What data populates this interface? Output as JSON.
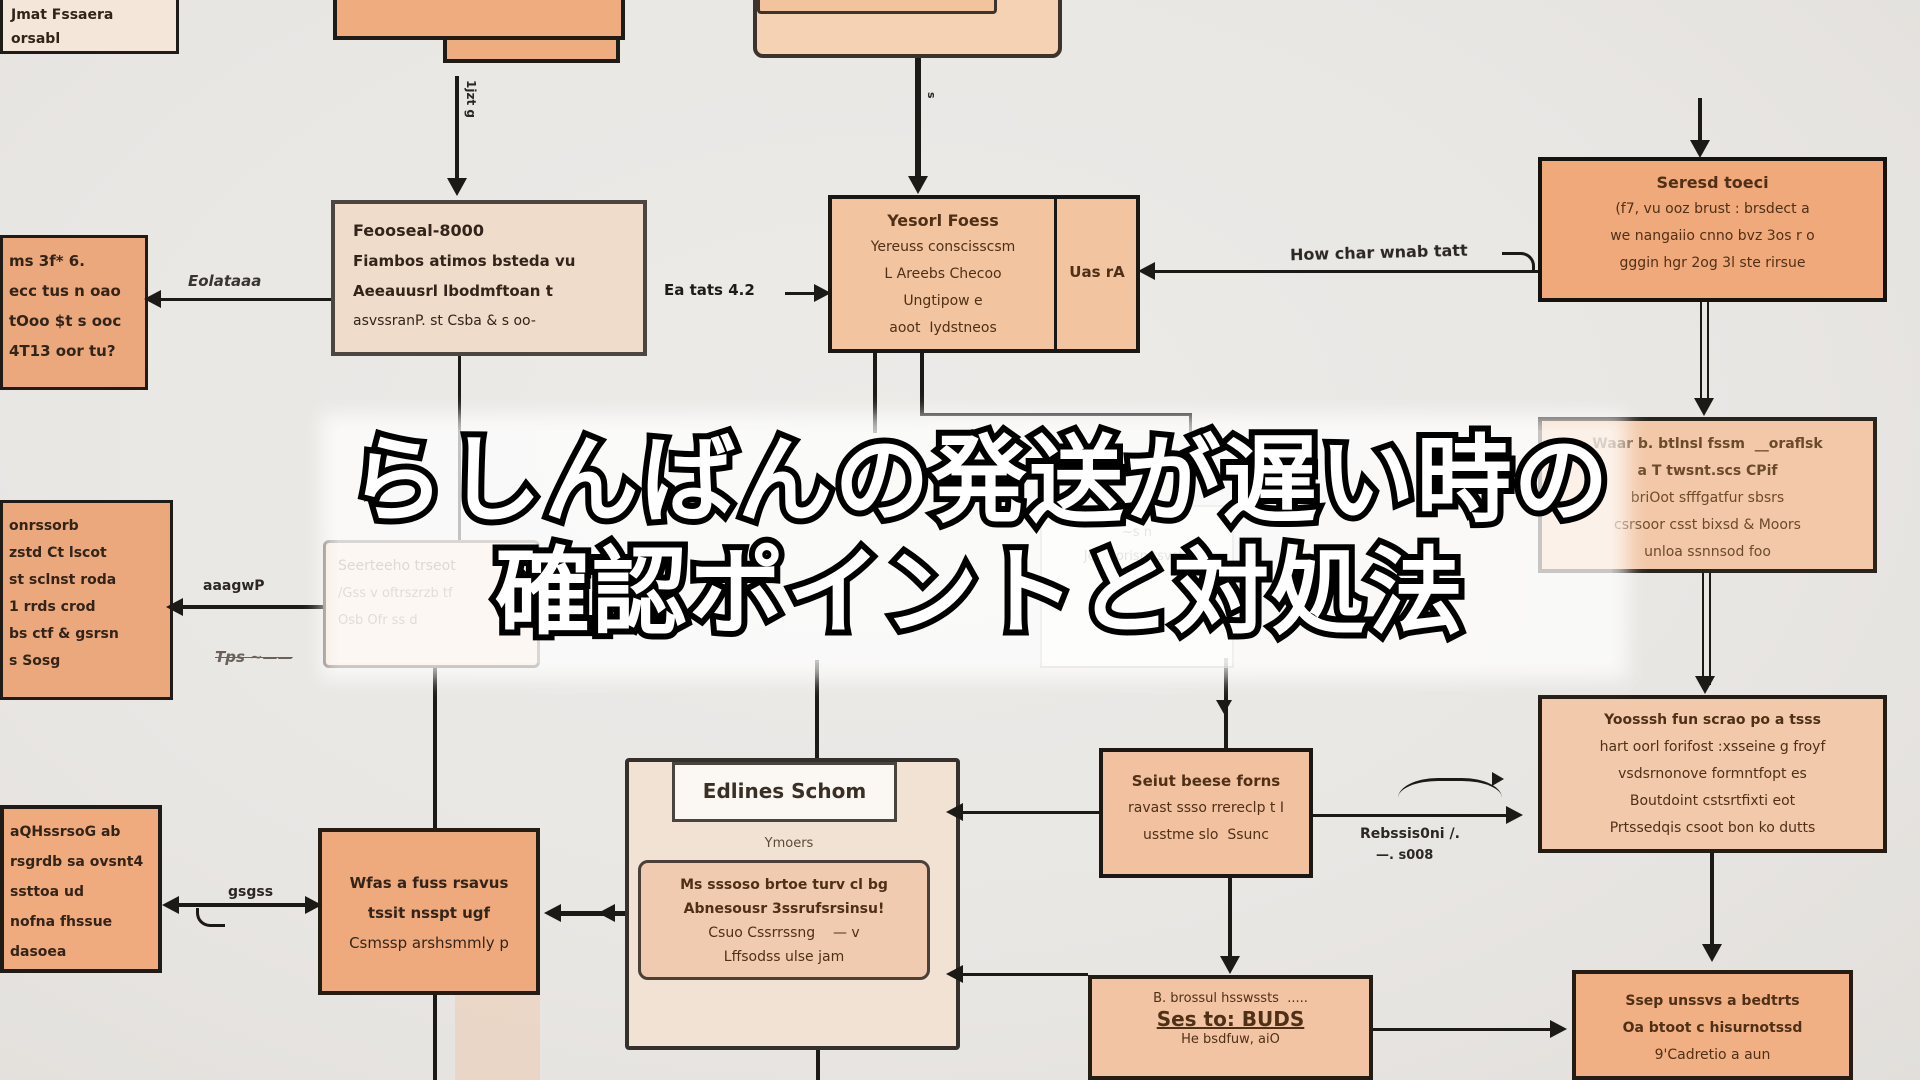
{
  "title": {
    "line1": "らしんばんの発送が遅い時の",
    "line2": "確認ポイントと対処法"
  },
  "colors": {
    "background": "#e9e7e4",
    "box_orange": "#efab7e",
    "box_peach": "#f2c4a0",
    "box_pale": "#f1e2d4",
    "outline_ink": "#1c1a17",
    "garble_text": "#4f3017",
    "title_fill": "#ffffff",
    "title_outline": "#000000"
  },
  "boxes": {
    "top_left": {
      "lines": [
        "Jmat Fssaera",
        "orsabl"
      ]
    },
    "top_a": {
      "lines": []
    },
    "top_b": {
      "lines": []
    },
    "r1": {
      "lines": [
        "Seresd toeci",
        "(f7, vu ooz brust : brsdect a",
        "we nangaiio cnno bvz 3os r o",
        "gggin hgr 2og 3l ste rirsue"
      ]
    },
    "l2": {
      "lines": [
        "ms 3f* 6.",
        "ecc tus n oao",
        "tOoo $t s ooc",
        "4T13 oor tu?"
      ]
    },
    "c": {
      "lines": [
        "Feooseal-8000",
        "Fiambos atimos bsteda vu",
        "Aeeauusrl lbodmftoan t",
        "asvssranP. st Csba & s oo-"
      ]
    },
    "d": {
      "lines": [
        "Yesorl Foess",
        "Yereuss conscisscsm",
        "L Areebs Checoo",
        "Ungtipow e",
        "aoot  Iydstneos"
      ],
      "side": "Uas rA"
    },
    "e": {
      "lines": [
        "Seerteeho trseot",
        "/Gss v oftrszrzb tf",
        "Osb Ofr ss d"
      ]
    },
    "l3": {
      "lines": [
        "onrssorb",
        "zstd Ct lscot",
        "st sclnst roda",
        "1 rrds crod",
        "bs ctf & gsrsn",
        "s Sosg"
      ]
    },
    "l4": {
      "lines": [
        "aQHssrsoG ab",
        "rsgrdb sa ovsnt4",
        "ssttoa ud",
        "nofna fhssue",
        "dasoea"
      ]
    },
    "w": {
      "lines": [
        "Wfas a fuss rsavus",
        "tssit nsspt ugf",
        "Csmssp arshsmmly p"
      ]
    },
    "f": {
      "label": "Edlines Schom",
      "sub": "Ymoers",
      "lines": [
        "Ms sssoso brtoe turv cl bg",
        "Abnesousr 3ssrufsrsinsu!",
        "Csuo Cssrrssng    — v",
        "Lffsodss ulse jam"
      ]
    },
    "g": {
      "lines": [
        "Seiut beese forns",
        "ravast ssso rrereclp t I",
        "usstme slo  Ssunc"
      ]
    },
    "h": {
      "lines": [
        "B. brossul hsswssts  .....",
        "Ses to: BUDS",
        "He bsdfuw, aiO"
      ]
    },
    "r2": {
      "lines": [
        "Waar b. btlnsl fssm  __oraflsk",
        "a T twsnt.scs CPif",
        "briOot sfffgatfur sbsrs",
        "csrsoor csst bixsd & Moors",
        "unloa ssnnsod foo"
      ]
    },
    "r3": {
      "lines": [
        "Yoosssh fun scrao po a tsss",
        "hart oorl forifost :xsseine g froyf",
        "vsdsrnonove formntfopt es",
        "Boutdoint cstsrtfixti eot",
        "Prtssedqis csoot bon ko dutts"
      ]
    },
    "r4": {
      "lines": [
        "Ssep unssvs a bedtrts",
        "Oa btoot c hisurnotssd",
        "9'Cadretio a aun"
      ]
    },
    "ghost_center": {
      "lines": [
        "~s n",
        "Joo porisn tsvsts"
      ]
    }
  },
  "labels": {
    "how_char": "How char wnab tatt",
    "eolataaa": "Eolataaa",
    "ea_tats": "Ea tats 4.2",
    "a1_vertical": "1jzt g",
    "a2_tick": "s",
    "aaagwp": "aaagwP",
    "tps": "Tps ~——",
    "gsgss": "gsgss",
    "rebs": "Rebssis0ni /.",
    "s008": "—. s008"
  }
}
